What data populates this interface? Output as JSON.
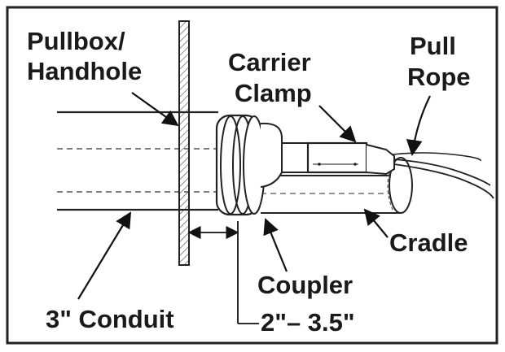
{
  "diagram": {
    "labels": {
      "pullbox_line1": "Pullbox/",
      "pullbox_line2": "Handhole",
      "carrier_line1": "Carrier",
      "carrier_line2": "Clamp",
      "pull_line1": "Pull",
      "pull_line2": "Rope",
      "cradle": "Cradle",
      "coupler": "Coupler",
      "conduit": "3\" Conduit",
      "distance": "2\"– 3.5\""
    }
  }
}
